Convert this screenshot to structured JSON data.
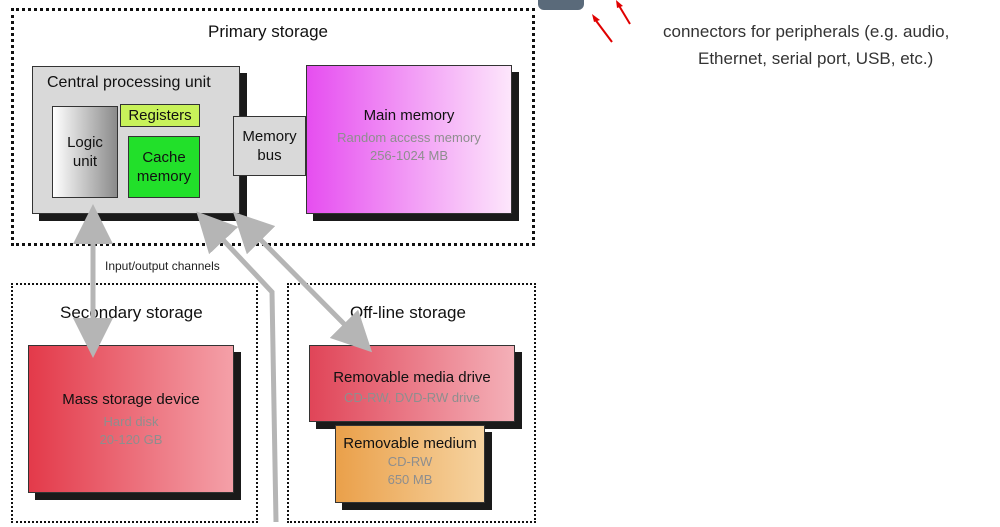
{
  "connector_caption": {
    "line1": "connectors for peripherals (e.g. audio,",
    "line2": "Ethernet, serial port, USB, etc.)"
  },
  "primary_storage": {
    "title": "Primary storage",
    "cpu": {
      "title": "Central processing unit",
      "logic_unit": "Logic\nunit",
      "registers": "Registers",
      "cache": "Cache\nmemory"
    },
    "memory_bus": "Memory\nbus",
    "main_memory": {
      "title": "Main memory",
      "line1": "Random access memory",
      "line2": "256-1024 MB"
    }
  },
  "io_channels": "Input/output channels",
  "secondary_storage": {
    "title": "Secondary storage",
    "device": {
      "title": "Mass storage device",
      "line1": "Hard disk",
      "line2": "20-120 GB"
    }
  },
  "offline_storage": {
    "title": "Off-line storage",
    "drive": {
      "title": "Removable media drive",
      "line1": "CD-RW, DVD-RW drive"
    },
    "medium": {
      "title": "Removable medium",
      "line1": "CD-RW",
      "line2": "650 MB"
    }
  },
  "colors": {
    "cpu_bg": "#d9d9d9",
    "registers": "#c8f25a",
    "cache": "#22e02a",
    "main_memory_start": "#e64ef0",
    "main_memory_end": "#fde6fb",
    "mass_storage": "#e33a4a",
    "removable_drive": "#e04558",
    "removable_medium": "#eaa04a",
    "arrow": "#b5b5b5",
    "laser": "#e00000"
  }
}
